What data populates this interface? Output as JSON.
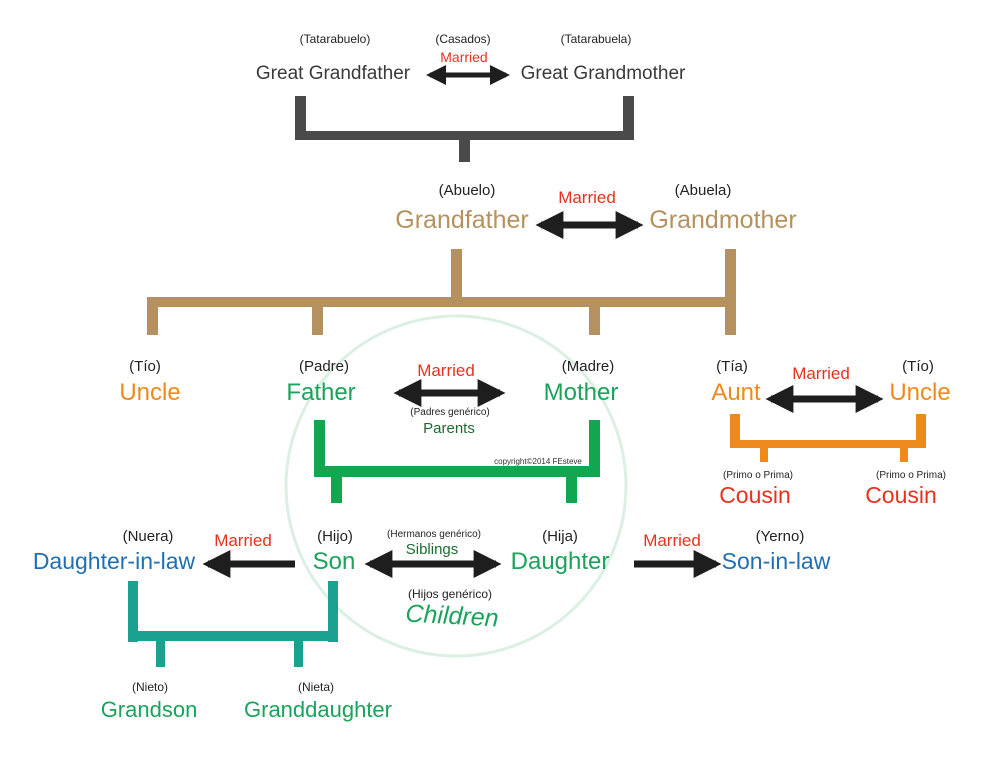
{
  "great_grandparents": {
    "left_es": "(Tatarabuelo)",
    "left": "Great Grandfather",
    "married_es": "(Casados)",
    "married": "Married",
    "right_es": "(Tatarabuela)",
    "right": "Great Grandmother"
  },
  "grandparents": {
    "left_es": "(Abuelo)",
    "left": "Grandfather",
    "married": "Married",
    "right_es": "(Abuela)",
    "right": "Grandmother"
  },
  "parents_gen": {
    "uncle_left_es": "(Tío)",
    "uncle_left": "Uncle",
    "father_es": "(Padre)",
    "father": "Father",
    "married": "Married",
    "mother_es": "(Madre)",
    "mother": "Mother",
    "parents_es": "(Padres genérico)",
    "parents": "Parents",
    "aunt_es": "(Tía)",
    "aunt": "Aunt",
    "aunt_married": "Married",
    "uncle_right_es": "(Tío)",
    "uncle_right": "Uncle"
  },
  "copyright": "copyright©2014 FEsteve",
  "cousins": {
    "left_es": "(Primo o Prima)",
    "left": "Cousin",
    "right_es": "(Primo o Prima)",
    "right": "Cousin"
  },
  "children_gen": {
    "nuera_es": "(Nuera)",
    "daughter_in_law": "Daughter-in-law",
    "married_left": "Married",
    "son_es": "(Hijo)",
    "son": "Son",
    "siblings_es": "(Hermanos genérico)",
    "siblings": "Siblings",
    "daughter_es": "(Hija)",
    "daughter": "Daughter",
    "married_right": "Married",
    "yerno_es": "(Yerno)",
    "son_in_law": "Son-in-law",
    "children_es": "(Hijos genérico)",
    "children": "Children"
  },
  "grandchildren": {
    "grandson_es": "(Nieto)",
    "grandson": "Grandson",
    "granddaughter_es": "(Nieta)",
    "granddaughter": "Granddaughter"
  },
  "colors": {
    "grey": "#4a4a4a",
    "tan": "#b5915f",
    "orange": "#ee8a1c",
    "green": "#1aa35a",
    "teal": "#1aa190",
    "red": "#e8321e",
    "blue": "#1f6fb2",
    "arrow": "#1e1e1e"
  }
}
